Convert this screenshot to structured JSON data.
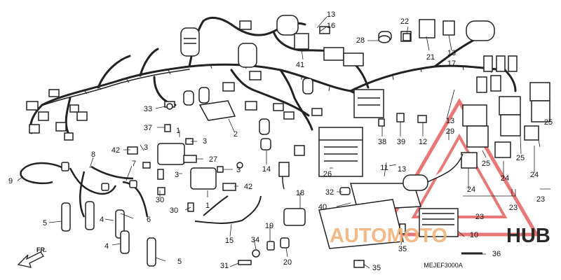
{
  "diagram": {
    "callouts": [
      {
        "id": "c13a",
        "label": "13"
      },
      {
        "id": "c16",
        "label": "16"
      },
      {
        "id": "c22",
        "label": "22"
      },
      {
        "id": "c28",
        "label": "28"
      },
      {
        "id": "c21",
        "label": "21"
      },
      {
        "id": "c13b",
        "label": "13"
      },
      {
        "id": "c17",
        "label": "17"
      },
      {
        "id": "c41",
        "label": "41"
      },
      {
        "id": "c33",
        "label": "33"
      },
      {
        "id": "c37",
        "label": "37"
      },
      {
        "id": "c1a",
        "label": "1"
      },
      {
        "id": "c2",
        "label": "2"
      },
      {
        "id": "c3a",
        "label": "3"
      },
      {
        "id": "c42a",
        "label": "42"
      },
      {
        "id": "c3b",
        "label": "3"
      },
      {
        "id": "c27",
        "label": "27"
      },
      {
        "id": "c3c",
        "label": "3"
      },
      {
        "id": "c42b",
        "label": "42"
      },
      {
        "id": "c3d",
        "label": "3"
      },
      {
        "id": "c30a",
        "label": "30"
      },
      {
        "id": "c30b",
        "label": "30"
      },
      {
        "id": "c1b",
        "label": "1"
      },
      {
        "id": "c8",
        "label": "8"
      },
      {
        "id": "c7",
        "label": "7"
      },
      {
        "id": "c9",
        "label": "9"
      },
      {
        "id": "c5a",
        "label": "5"
      },
      {
        "id": "c4a",
        "label": "4"
      },
      {
        "id": "c6",
        "label": "6"
      },
      {
        "id": "c4b",
        "label": "4"
      },
      {
        "id": "c5b",
        "label": "5"
      },
      {
        "id": "c14",
        "label": "14"
      },
      {
        "id": "c26",
        "label": "26"
      },
      {
        "id": "c38",
        "label": "38"
      },
      {
        "id": "c39",
        "label": "39"
      },
      {
        "id": "c12",
        "label": "12"
      },
      {
        "id": "c11",
        "label": "11"
      },
      {
        "id": "c13c",
        "label": "13"
      },
      {
        "id": "c13d",
        "label": "13"
      },
      {
        "id": "c29",
        "label": "29"
      },
      {
        "id": "c25a",
        "label": "25"
      },
      {
        "id": "c25b",
        "label": "25"
      },
      {
        "id": "c25c",
        "label": "25"
      },
      {
        "id": "c24a",
        "label": "24"
      },
      {
        "id": "c24b",
        "label": "24"
      },
      {
        "id": "c24c",
        "label": "24"
      },
      {
        "id": "c23a",
        "label": "23"
      },
      {
        "id": "c23b",
        "label": "23"
      },
      {
        "id": "c23c",
        "label": "23"
      },
      {
        "id": "c18",
        "label": "18"
      },
      {
        "id": "c32",
        "label": "32"
      },
      {
        "id": "c40",
        "label": "40"
      },
      {
        "id": "c15",
        "label": "15"
      },
      {
        "id": "c19",
        "label": "19"
      },
      {
        "id": "c34",
        "label": "34"
      },
      {
        "id": "c20",
        "label": "20"
      },
      {
        "id": "c31",
        "label": "31"
      },
      {
        "id": "c35a",
        "label": "35"
      },
      {
        "id": "c35b",
        "label": "35"
      },
      {
        "id": "c10",
        "label": "10"
      },
      {
        "id": "c36",
        "label": "36"
      }
    ],
    "diagram_code": "MEJEF3000A",
    "direction_label": "FR.",
    "watermark": {
      "word_left": "AUTOMOTO",
      "word_right": "HUB",
      "color_left": "#f2b27a",
      "color_right": "#2a2a2a",
      "triangle_color": "#e34a4a"
    }
  }
}
